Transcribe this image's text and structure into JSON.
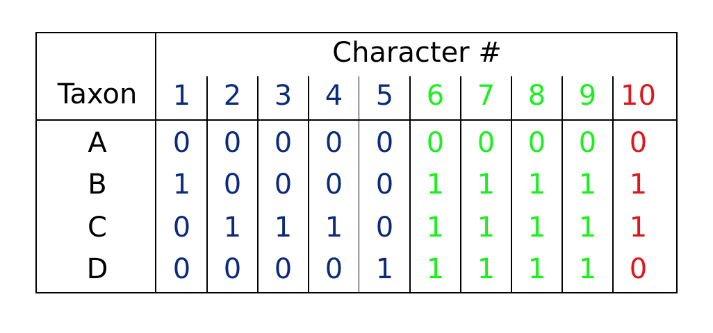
{
  "table": {
    "header_title": "Character #",
    "taxon_label": "Taxon",
    "colors": {
      "blue": "#0b2b7a",
      "green": "#19f11b",
      "red": "#e0161b",
      "black": "#000000"
    },
    "columns": [
      {
        "label": "1",
        "color": "#0b2b7a"
      },
      {
        "label": "2",
        "color": "#0b2b7a"
      },
      {
        "label": "3",
        "color": "#0b2b7a"
      },
      {
        "label": "4",
        "color": "#0b2b7a"
      },
      {
        "label": "5",
        "color": "#0b2b7a"
      },
      {
        "label": "6",
        "color": "#19f11b"
      },
      {
        "label": "7",
        "color": "#19f11b"
      },
      {
        "label": "8",
        "color": "#19f11b"
      },
      {
        "label": "9",
        "color": "#19f11b"
      },
      {
        "label": "10",
        "color": "#e0161b"
      }
    ],
    "rows": [
      {
        "taxon": "A",
        "values": [
          "0",
          "0",
          "0",
          "0",
          "0",
          "0",
          "0",
          "0",
          "0",
          "0"
        ]
      },
      {
        "taxon": "B",
        "values": [
          "1",
          "0",
          "0",
          "0",
          "0",
          "1",
          "1",
          "1",
          "1",
          "1"
        ]
      },
      {
        "taxon": "C",
        "values": [
          "0",
          "1",
          "1",
          "1",
          "0",
          "1",
          "1",
          "1",
          "1",
          "1"
        ]
      },
      {
        "taxon": "D",
        "values": [
          "0",
          "0",
          "0",
          "0",
          "1",
          "1",
          "1",
          "1",
          "1",
          "0"
        ]
      }
    ]
  }
}
